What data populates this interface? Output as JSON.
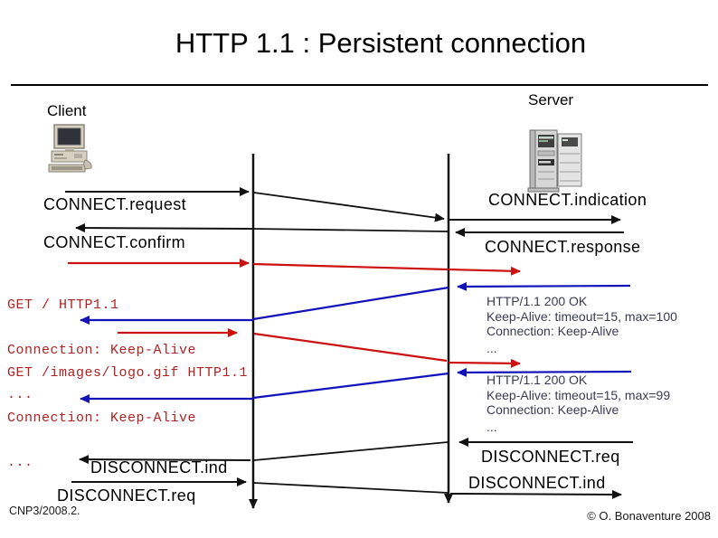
{
  "slide": {
    "title": "HTTP 1.1 : Persistent connection",
    "footer_left": "CNP3/2008.2.",
    "footer_right": "© O. Bonaventure 2008"
  },
  "actors": {
    "client": "Client",
    "server": "Server"
  },
  "primitives": {
    "connect_request": "CONNECT.request",
    "connect_indication": "CONNECT.indication",
    "connect_confirm": "CONNECT.confirm",
    "connect_response": "CONNECT.response",
    "client_disconnect_ind": "DISCONNECT.ind",
    "client_disconnect_req": "DISCONNECT.req",
    "server_disconnect_req": "DISCONNECT.req",
    "server_disconnect_ind": "DISCONNECT.ind"
  },
  "http": {
    "request1": [
      "GET / HTTP1.1",
      "Connection: Keep-Alive",
      "..."
    ],
    "response1": [
      "HTTP/1.1 200 OK",
      "Keep-Alive: timeout=15, max=100",
      "Connection: Keep-Alive",
      "..."
    ],
    "request2": [
      "GET /images/logo.gif HTTP1.1",
      "Connection: Keep-Alive",
      "..."
    ],
    "response2": [
      "HTTP/1.1 200 OK",
      "Keep-Alive: timeout=15, max=99",
      "Connection: Keep-Alive",
      "..."
    ]
  },
  "icons": {
    "client": "desktop-computer-icon",
    "server": "server-towers-icon"
  },
  "colors": {
    "request_arrow_red": "#cc1111",
    "response_arrow_blue": "#1212bb",
    "http_request_text_red": "#b22222",
    "http_response_text_slate": "#3a3a55",
    "diagram_black": "#111111"
  }
}
